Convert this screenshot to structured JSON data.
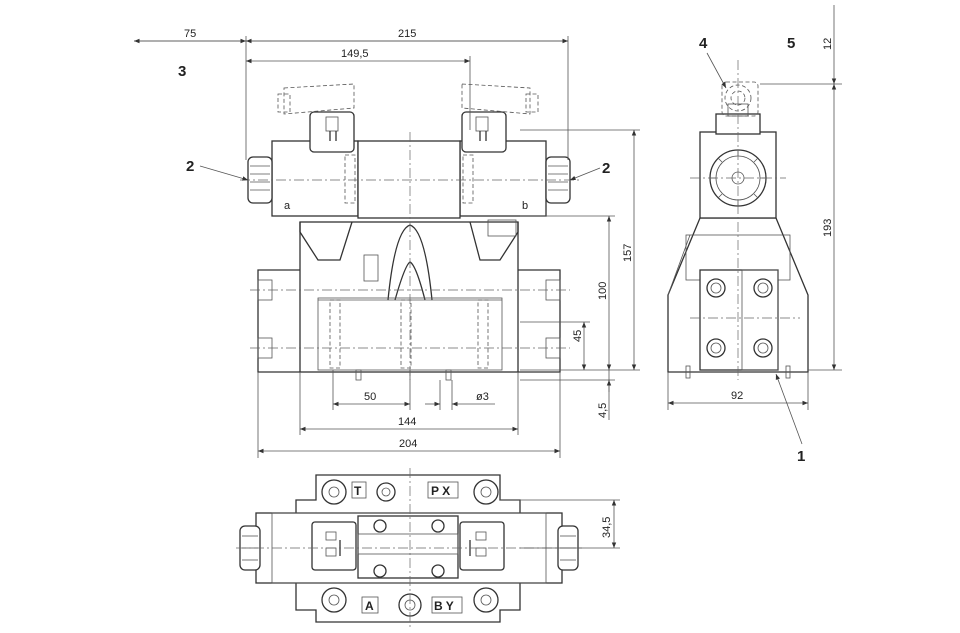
{
  "callouts": {
    "c1": "1",
    "c2a": "2",
    "c2b": "2",
    "c3": "3",
    "c4": "4",
    "c5": "5"
  },
  "dimensions": {
    "d75": "75",
    "d215": "215",
    "d149": "149,5",
    "d157": "157",
    "d100": "100",
    "d45": "45",
    "d4_5": "4,5",
    "d50": "50",
    "dphi3": "ø3",
    "d144": "144",
    "d204": "204",
    "d12": "12",
    "d193": "193",
    "d92": "92",
    "d34_5": "34,5"
  },
  "solenoid_labels": {
    "a": "a",
    "b": "b"
  },
  "ports": {
    "t": "T",
    "px": "P X",
    "a": "A",
    "by": "B Y"
  }
}
